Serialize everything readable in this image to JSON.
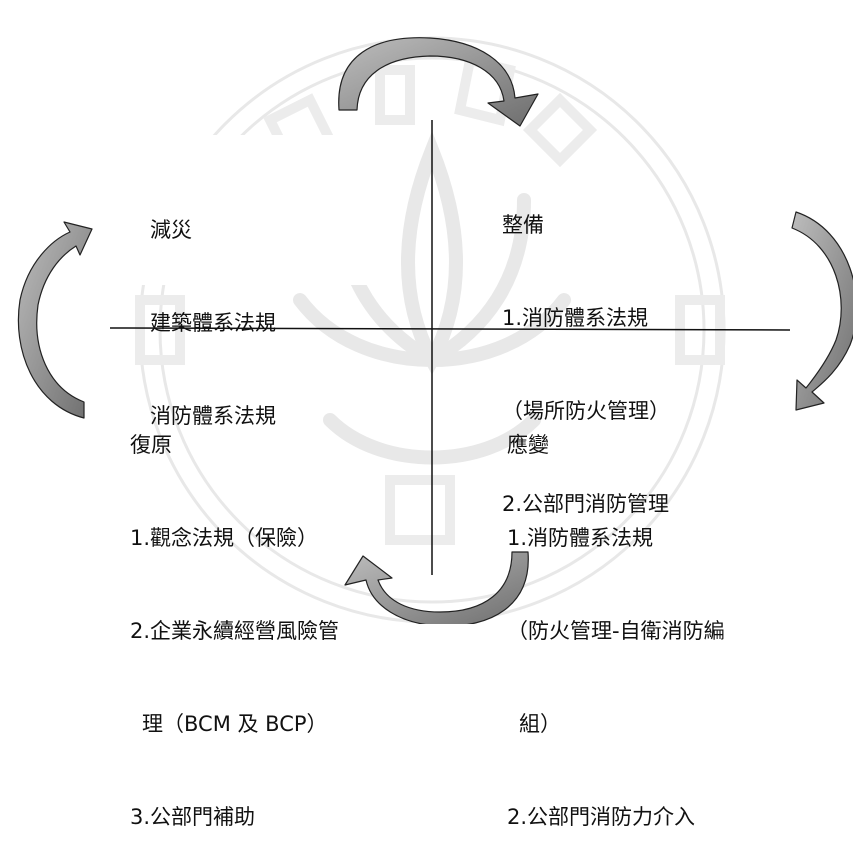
{
  "diagram": {
    "quadrants": {
      "mitigation": {
        "title": "減災",
        "lines": [
          "建築體系法規",
          "消防體系法規"
        ]
      },
      "preparedness": {
        "title": "整備",
        "lines": [
          "1.消防體系法規",
          "（場所防火管理）",
          "2.公部門消防管理"
        ]
      },
      "recovery": {
        "title": "復原",
        "lines": [
          "1.觀念法規（保險）",
          "2.企業永續經營風險管",
          "理（BCM 及 BCP）",
          "3.公部門補助"
        ]
      },
      "response": {
        "title": "應變",
        "lines": [
          "1.消防體系法規",
          "（防火管理-自衛消防編",
          "組）",
          "2.公部門消防力介入"
        ]
      }
    },
    "arrow_color": "#8a8a8a",
    "arrow_stroke": "#222222",
    "watermark_color": "#e6e6e6"
  }
}
